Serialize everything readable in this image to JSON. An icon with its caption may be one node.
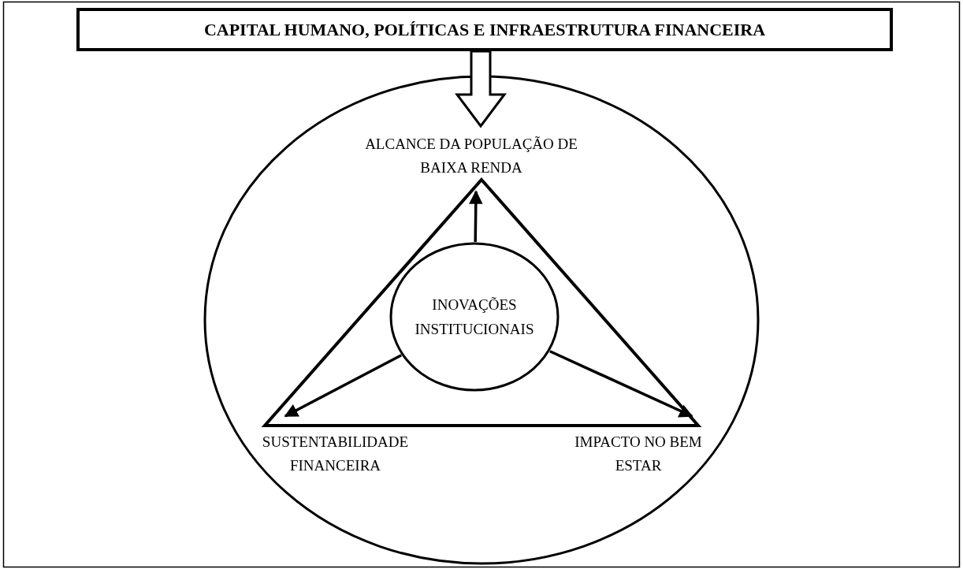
{
  "diagram": {
    "nodes": [
      {
        "text": [
          "CAPITAL HUMANO, POLÍTICAS E INFRAESTRUTURA FINANCEIRA"
        ]
      },
      {
        "text": [],
        "shape": "circle"
      },
      {
        "text": [],
        "shape": "triangle",
        "in": 1
      },
      {
        "text": [
          "INOVAÇÕES INSTITUCIONAIS"
        ],
        "in": 2
      },
      {
        "text": [
          "ALCANCE DA POPULAÇÃO DE BAIXA RENDA"
        ],
        "in": 1
      },
      {
        "text": [
          "SUSTENTABILIDADE FINANCEIRA"
        ],
        "in": 1
      },
      {
        "text": [
          "IMPACTO NO BEM ESTAR"
        ],
        "in": 1
      }
    ],
    "edges": [
      {
        "from": 0,
        "to": 4,
        "arrow": "to",
        "style": "thick"
      },
      {
        "from": 3,
        "to": 4,
        "arrow": "to"
      },
      {
        "from": 3,
        "to": 5,
        "arrow": "to"
      },
      {
        "from": 3,
        "to": 6,
        "arrow": "to"
      }
    ]
  }
}
